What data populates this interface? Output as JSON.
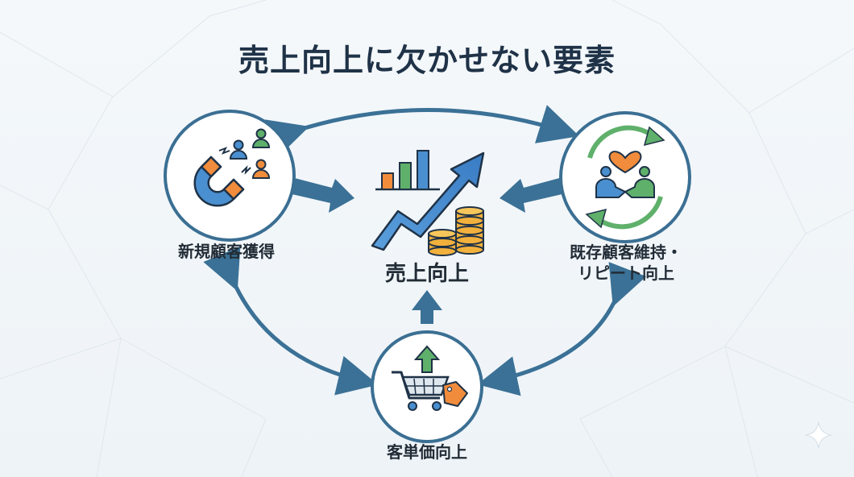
{
  "title": "売上向上に欠かせない要素",
  "nodes": {
    "acquisition": {
      "label": "新規顧客獲得",
      "icon": "magnet-people-icon"
    },
    "center": {
      "label": "売上向上",
      "icon": "growth-chart-coins-icon"
    },
    "retention": {
      "label_line1": "既存顧客維持・",
      "label_line2": "リピート向上",
      "icon": "handshake-cycle-icon"
    },
    "unit_price": {
      "label": "客単価向上",
      "icon": "cart-price-tag-icon"
    }
  },
  "colors": {
    "arrow": "#3b7196",
    "circle_stroke": "#3b6f93",
    "title": "#1f3247",
    "accent_blue": "#4a8fd0",
    "accent_green": "#5fb06b",
    "accent_orange": "#f08c3c",
    "coin": "#f2b13c"
  }
}
